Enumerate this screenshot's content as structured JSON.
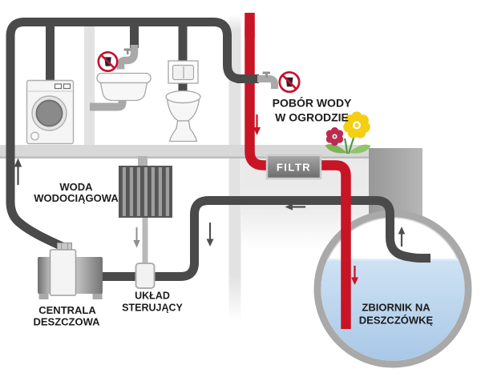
{
  "labels": {
    "mains_water": {
      "line1": "WODA",
      "line2": "WODOCIĄGOWA"
    },
    "garden_tap": {
      "line1": "POBÓR WODY",
      "line2": "W OGRODZIE"
    },
    "filter": "FILTR",
    "controller": {
      "line1": "UKŁAD",
      "line2": "STERUJĄCY"
    },
    "pump": {
      "line1": "CENTRALA",
      "line2": "DESZCZOWA"
    },
    "tank": {
      "line1": "ZBIORNIK NA",
      "line2": "DESZCZÓWKĘ"
    }
  },
  "colors": {
    "rainwater_pipe": "#c81425",
    "supply_pipe": "#4a4a4a",
    "fixture_pipe": "#a9a9a9",
    "tank_water": "#b5d0e9",
    "ground": "#d8d8d8",
    "wall": "#e2e2e2",
    "prohibition_red": "#c8102e",
    "flower_yellow": "#f4cf12",
    "flower_magenta": "#bf2a52",
    "leaf_green": "#7cb456"
  }
}
